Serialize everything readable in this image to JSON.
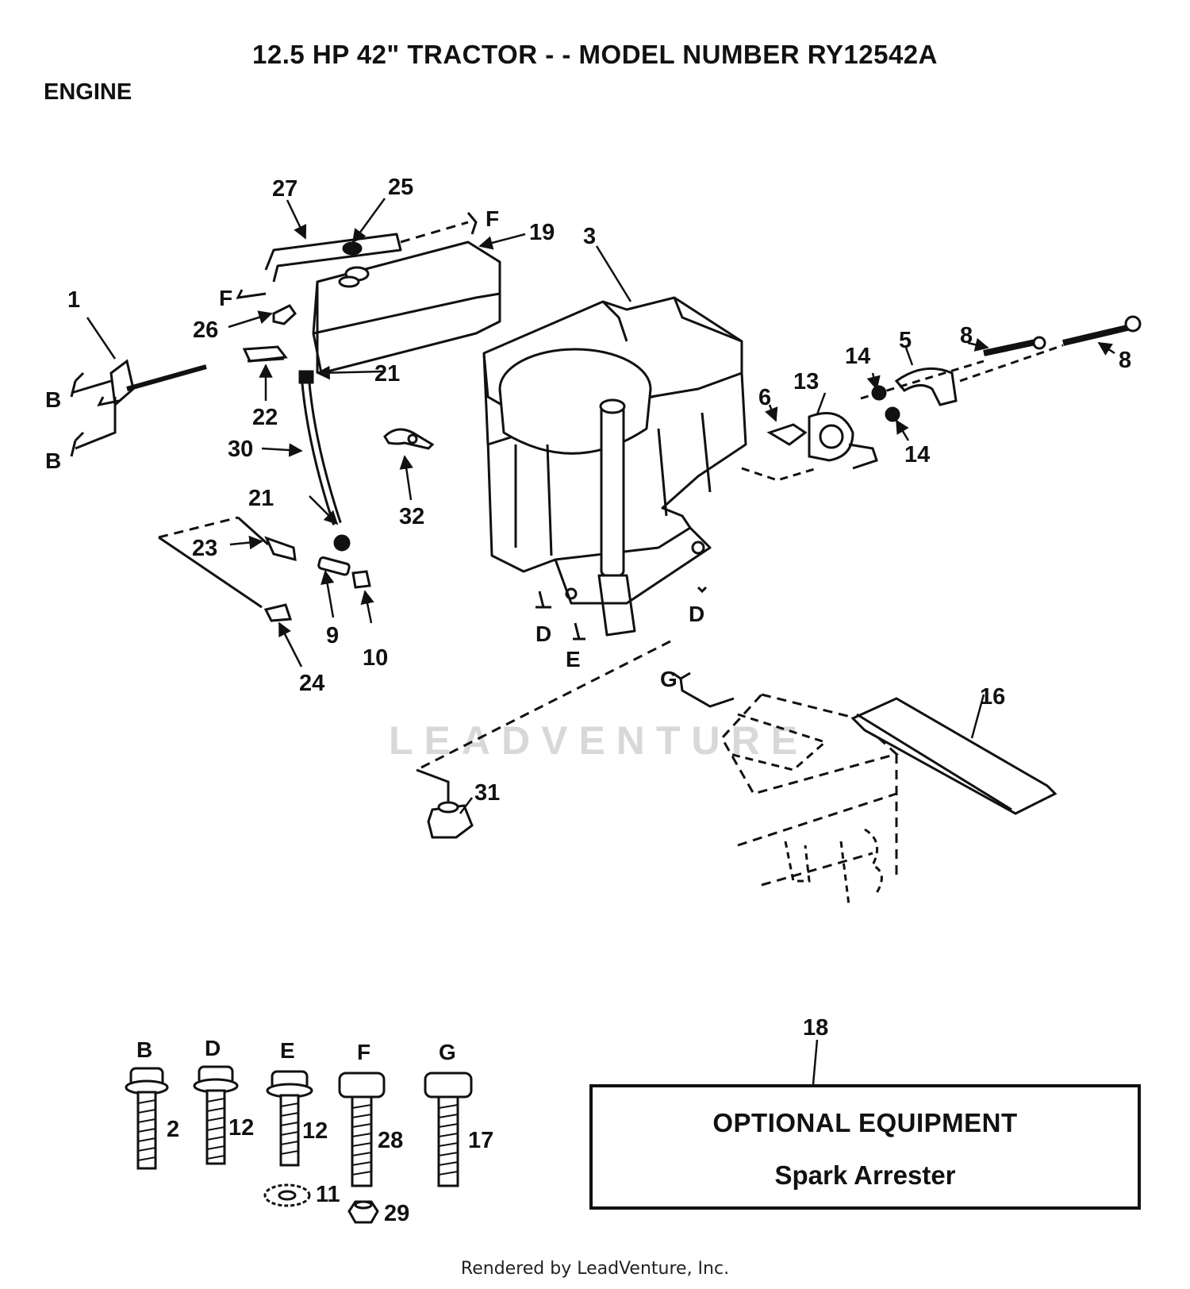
{
  "header": {
    "title": "12.5 HP 42\" TRACTOR - - MODEL NUMBER RY12542A",
    "section": "ENGINE"
  },
  "watermark": "LEADVENTURE",
  "callouts": {
    "c1": "1",
    "c3": "3",
    "c5": "5",
    "c6": "6",
    "c8a": "8",
    "c8b": "8",
    "c9": "9",
    "c10": "10",
    "c13": "13",
    "c14a": "14",
    "c14b": "14",
    "c16": "16",
    "c19": "19",
    "c21a": "21",
    "c21b": "21",
    "c22": "22",
    "c23": "23",
    "c24": "24",
    "c25": "25",
    "c26": "26",
    "c27": "27",
    "c30": "30",
    "c31": "31",
    "c32": "32",
    "c18": "18"
  },
  "letters": {
    "b1": "B",
    "b2": "B",
    "f1": "F",
    "f2": "F",
    "d1": "D",
    "d2": "D",
    "e1": "E",
    "g1": "G"
  },
  "hardware": [
    {
      "letter": "B",
      "part": "2"
    },
    {
      "letter": "D",
      "part": "12"
    },
    {
      "letter": "E",
      "part": "12",
      "washer": "11"
    },
    {
      "letter": "F",
      "part": "28",
      "nut": "29"
    },
    {
      "letter": "G",
      "part": "17"
    }
  ],
  "optional": {
    "title": "OPTIONAL EQUIPMENT",
    "item": "Spark Arrester"
  },
  "footer": "Rendered by LeadVenture, Inc."
}
